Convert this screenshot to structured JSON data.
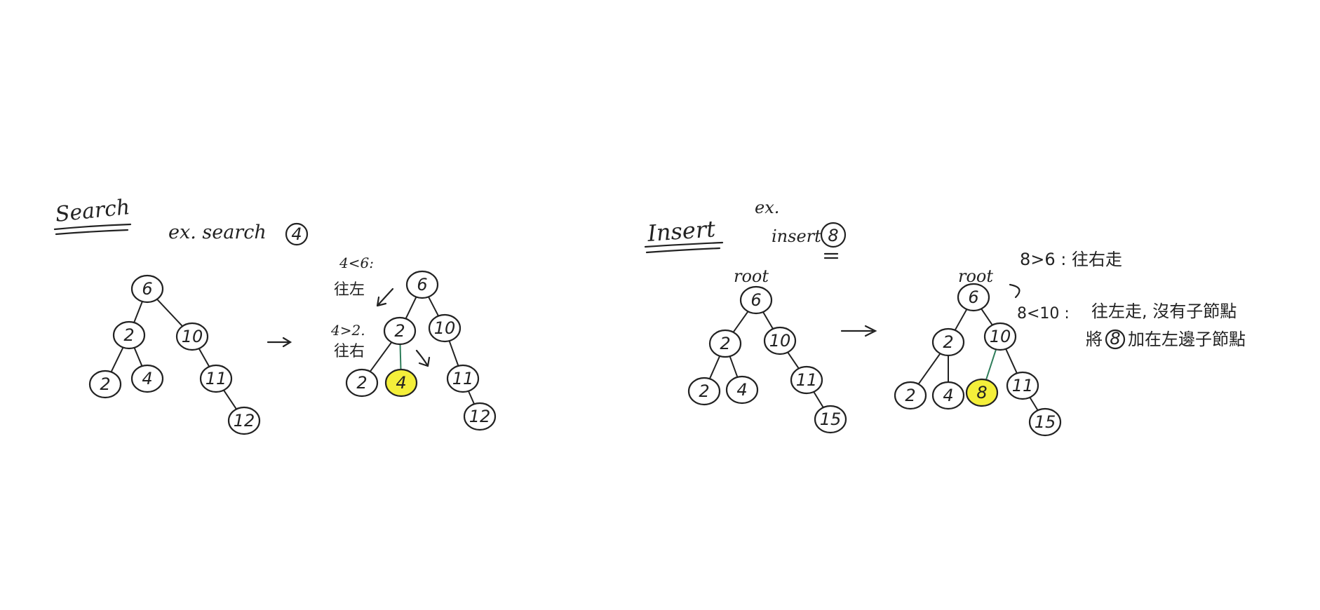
{
  "search_section": {
    "title": "Search",
    "example": "ex. search",
    "example_node": "4",
    "note_1_compare": "4<6:",
    "note_1_action": "往左",
    "note_2_compare": "4>2.",
    "note_2_action": "往右"
  },
  "insert_section": {
    "title": "Insert",
    "example_prefix": "ex.",
    "example": "insert",
    "example_node": "8",
    "root_label_before": "root",
    "root_label_after": "root",
    "note_1": "8>6 : 往右走",
    "note_2_compare": "8<10 :",
    "note_2_action": "往左走, 沒有子節點",
    "note_3_prefix": "將",
    "note_3_node": "8",
    "note_3_suffix": "加在左邊子節點"
  },
  "trees": {
    "search_before": {
      "nodes": [
        "6",
        "2",
        "10",
        "2",
        "4",
        "11",
        "12"
      ],
      "edges": [
        [
          0,
          1
        ],
        [
          0,
          2
        ],
        [
          1,
          3
        ],
        [
          1,
          4
        ],
        [
          2,
          5
        ],
        [
          5,
          6
        ]
      ],
      "highlight": []
    },
    "search_after": {
      "nodes": [
        "6",
        "2",
        "10",
        "2",
        "4",
        "11",
        "12"
      ],
      "edges": [
        [
          0,
          1
        ],
        [
          0,
          2
        ],
        [
          1,
          3
        ],
        [
          1,
          4
        ],
        [
          2,
          5
        ],
        [
          5,
          6
        ]
      ],
      "highlight": [
        4
      ]
    },
    "insert_before": {
      "nodes": [
        "6",
        "2",
        "10",
        "2",
        "4",
        "11",
        "15"
      ],
      "edges": [
        [
          0,
          1
        ],
        [
          0,
          2
        ],
        [
          1,
          3
        ],
        [
          1,
          4
        ],
        [
          2,
          5
        ],
        [
          5,
          6
        ]
      ],
      "highlight": []
    },
    "insert_after": {
      "nodes": [
        "6",
        "2",
        "10",
        "2",
        "4",
        "8",
        "11",
        "15"
      ],
      "edges": [
        [
          0,
          1
        ],
        [
          0,
          2
        ],
        [
          1,
          3
        ],
        [
          1,
          4
        ],
        [
          2,
          5
        ],
        [
          2,
          6
        ],
        [
          6,
          7
        ]
      ],
      "highlight": [
        5
      ]
    }
  },
  "colors": {
    "ink": "#222222",
    "highlight_fill": "#f4ef3a",
    "highlight_edge": "#2f7d5a"
  }
}
